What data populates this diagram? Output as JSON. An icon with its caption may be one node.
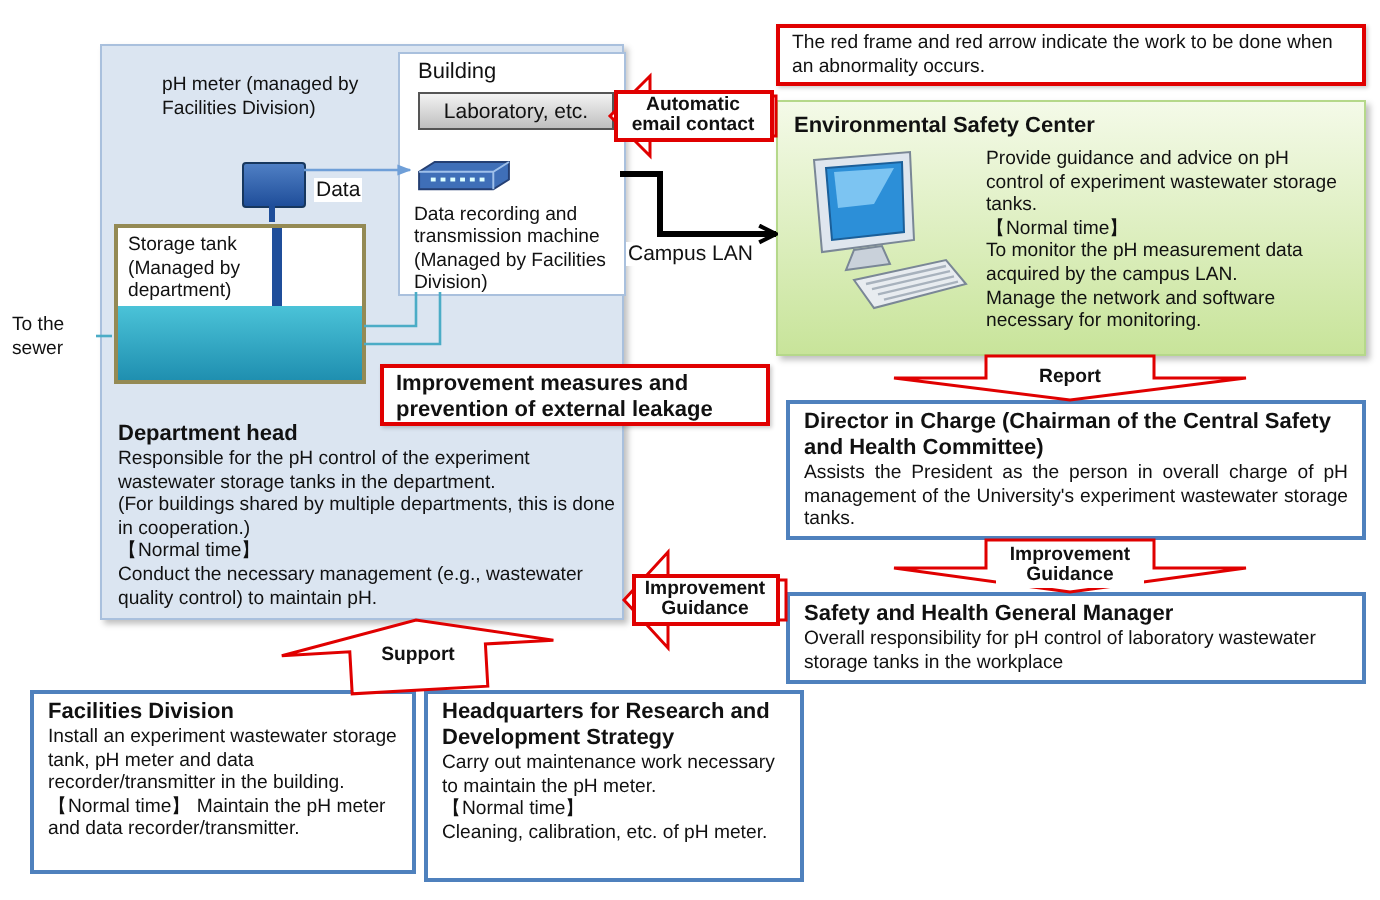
{
  "diagram": {
    "nodes": [
      {
        "text": [
          "Department head",
          "Responsible for the pH control of the experiment wastewater storage tanks in the department.",
          "(For buildings shared by multiple departments, this is done in cooperation.)",
          "【Normal time】",
          "Conduct the necessary management (e.g., wastewater quality control) to maintain pH."
        ]
      },
      {
        "text": [
          "Building"
        ],
        "in": 0
      },
      {
        "text": [
          "Laboratory, etc."
        ],
        "in": 1
      },
      {
        "text": [
          "Data recording and transmission machine (Managed by Facilities Division)"
        ],
        "in": 1
      },
      {
        "text": [],
        "shape": "box",
        "in": 0,
        "beside": [
          "pH meter (managed by Facilities Division)"
        ]
      },
      {
        "text": [
          "Storage tank (Managed by department)"
        ],
        "in": 0
      },
      {
        "text": [
          "To the sewer"
        ]
      },
      {
        "text": [
          "Improvement measures and prevention of external leakage"
        ]
      },
      {
        "text": [
          "The red frame and red arrow indicate the work to be done when an abnormality occurs."
        ]
      },
      {
        "text": [
          "Environmental Safety Center",
          "Provide guidance and advice on pH control of experiment wastewater storage tanks.",
          "【Normal time】",
          "To monitor the pH measurement data acquired by the campus LAN.",
          "Manage the network and software necessary for monitoring."
        ]
      },
      {
        "text": [
          "Director in Charge (Chairman of the Central Safety and Health Committee)",
          "Assists the President as the person in overall charge of pH management of the University's experiment wastewater storage tanks."
        ]
      },
      {
        "text": [
          "Safety and Health General Manager",
          "Overall responsibility for pH control of laboratory wastewater storage tanks in the workplace"
        ]
      },
      {
        "text": [
          "Facilities Division",
          "Install an experiment wastewater storage tank, pH meter and data recorder/transmitter in the building.",
          "【Normal time】 Maintain the pH meter and data recorder/transmitter."
        ]
      },
      {
        "text": [
          "Headquarters for Research and Development Strategy",
          "Carry out maintenance work necessary to maintain the pH meter.",
          "【Normal time】",
          "Cleaning, calibration, etc. of pH meter."
        ]
      }
    ],
    "edges": [
      {
        "from": 4,
        "to": 3,
        "arrow": "to",
        "label": "Data",
        "color": "#6f9fd8"
      },
      {
        "from": 3,
        "to": 9,
        "arrow": "to",
        "label": "Campus LAN",
        "style": "thick",
        "color": "#000000"
      },
      {
        "from": 9,
        "to": 2,
        "arrow": "to",
        "label": "Automatic email contact"
      },
      {
        "from": 9,
        "to": 10,
        "arrow": "to",
        "label": "Report"
      },
      {
        "from": 10,
        "to": 11,
        "arrow": "to",
        "label": "Improvement Guidance"
      },
      {
        "from": 11,
        "to": 0,
        "arrow": "to",
        "label": "Improvement Guidance"
      },
      {
        "from": 12,
        "to": 0,
        "arrow": "to",
        "label": "Support"
      },
      {
        "from": 13,
        "to": 0,
        "arrow": "to"
      },
      {
        "from": 5,
        "to": 3,
        "arrow": "none",
        "color": "#4bacc6"
      },
      {
        "from": 5,
        "to": 3,
        "arrow": "none",
        "color": "#4bacc6"
      },
      {
        "from": 4,
        "to": 5,
        "arrow": "none",
        "style": "thick",
        "color": "#1f4e9a"
      },
      {
        "from": 5,
        "to": 6,
        "arrow": "none",
        "color": "#4bacc6"
      }
    ]
  }
}
